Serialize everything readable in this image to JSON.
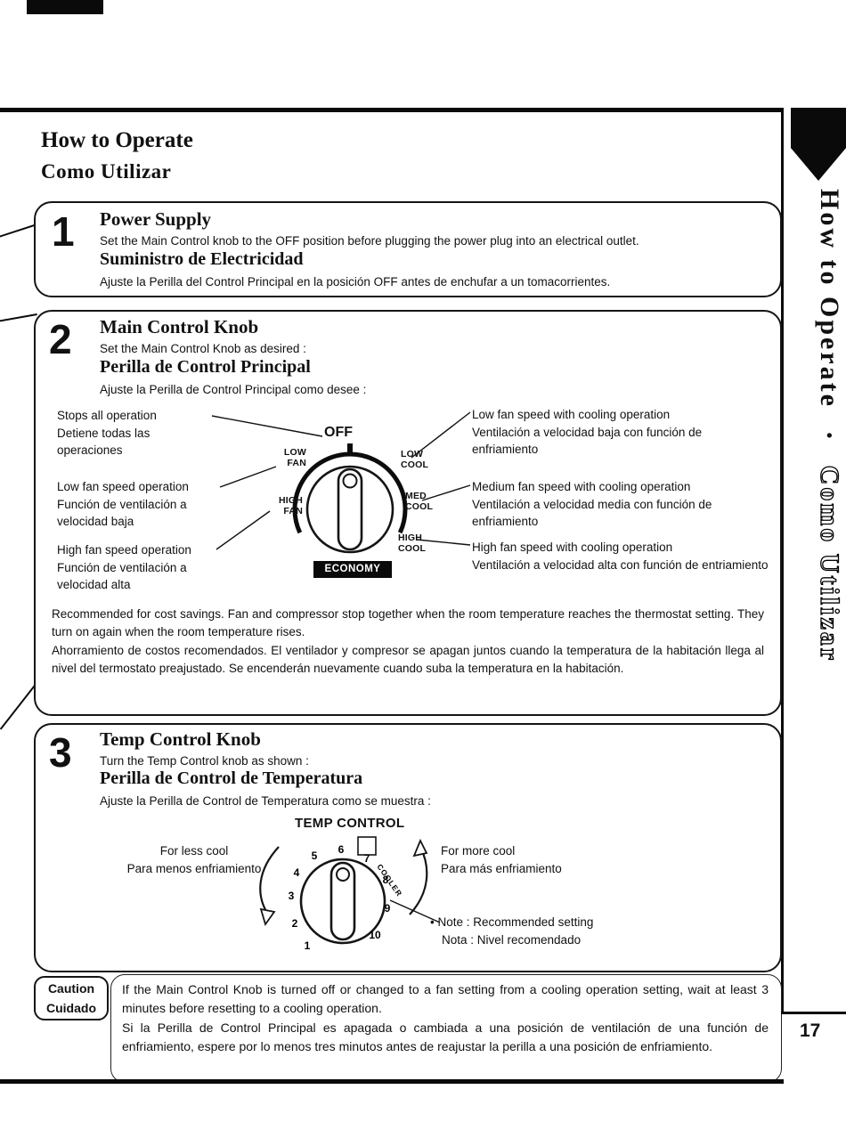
{
  "colors": {
    "ink": "#111111",
    "paper": "#ffffff"
  },
  "page": {
    "number": "17",
    "heading_en": "How to Operate",
    "heading_es": "Como Utilizar",
    "sidebar": {
      "en": "How to Operate",
      "bullet": "•",
      "es": "Como Utilizar"
    }
  },
  "section1": {
    "number": "1",
    "title_en": "Power Supply",
    "body_en": "Set the Main Control knob to the OFF position before plugging the power plug into an electrical outlet.",
    "title_es": "Suministro de Electricidad",
    "body_es": "Ajuste la Perilla del Control Principal en la posición OFF antes de enchufar a un tomacorrientes."
  },
  "section2": {
    "number": "2",
    "title_en": "Main Control Knob",
    "body_en": "Set the Main Control Knob as desired :",
    "title_es": "Perilla de Control Principal",
    "body_es": "Ajuste la Perilla de Control Principal como desee :",
    "dial": {
      "off": "OFF",
      "low_fan": "LOW FAN",
      "low_cool": "LOW COOL",
      "high_fan": "HIGH FAN",
      "med_cool": "MED COOL",
      "high_cool": "HIGH COOL",
      "economy": "ECONOMY"
    },
    "callouts_left": [
      {
        "en": "Stops all operation",
        "es": "Detiene todas las operaciones"
      },
      {
        "en": "Low fan speed operation",
        "es": "Función de ventilación a velocidad baja"
      },
      {
        "en": "High fan speed operation",
        "es": "Función de ventilación a velocidad alta"
      }
    ],
    "callouts_right": [
      {
        "en": "Low fan speed with cooling operation",
        "es": "Ventilación a velocidad baja con función de enfriamiento"
      },
      {
        "en": "Medium fan speed with cooling operation",
        "es": "Ventilación a velocidad media con función de enfriamiento"
      },
      {
        "en": "High fan speed with cooling operation",
        "es": "Ventilación a velocidad alta con función de entriamiento"
      }
    ],
    "economy_note_en": "Recommended for cost savings. Fan and compressor stop together when the room temperature reaches the thermostat setting. They turn on again when the room temperature rises.",
    "economy_note_es": "Ahorramiento de costos recomendados. El ventilador y compresor se apagan juntos cuando la temperatura de la habitación llega al nivel del termostato preajustado. Se encenderán nuevamente cuando suba la temperatura en la habitación."
  },
  "section3": {
    "number": "3",
    "title_en": "Temp Control Knob",
    "body_en": "Turn the Temp Control knob as shown :",
    "title_es": "Perilla de Control de Temperatura",
    "body_es": "Ajuste la Perilla de Control de Temperatura como se muestra :",
    "dial_label": "TEMP CONTROL",
    "dial_numbers": [
      "1",
      "2",
      "3",
      "4",
      "5",
      "6",
      "7",
      "8",
      "9",
      "10"
    ],
    "cooler_text": "COOLER",
    "less_cool_en": "For less cool",
    "less_cool_es": "Para menos enfriamiento",
    "more_cool_en": "For more cool",
    "more_cool_es": "Para más enfriamiento",
    "note_bullet": "•",
    "note_en": "Note : Recommended setting",
    "note_es": "Nota : Nivel recomendado"
  },
  "caution": {
    "label_en": "Caution",
    "label_es": "Cuidado",
    "body_en": "If the Main Control Knob is turned off or changed to a fan setting from a cooling operation setting, wait at least 3 minutes before resetting to a cooling operation.",
    "body_es": "Si la Perilla de Control Principal es apagada o cambiada a una posición de ventilación de una función de enfriamiento, espere por lo menos tres minutos antes de reajustar la perilla a una posición de enfriamiento."
  }
}
